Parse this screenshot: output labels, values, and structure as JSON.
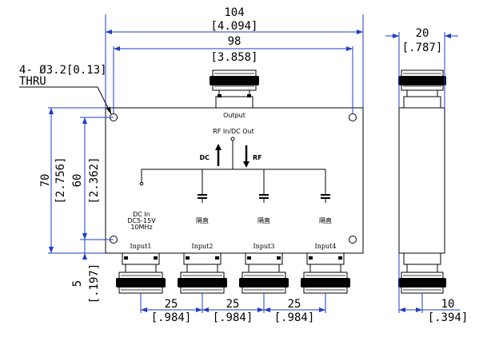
{
  "dimensions": {
    "overall_width_mm": "104",
    "overall_width_in": "[4.094]",
    "hole_spacing_mm": "98",
    "hole_spacing_in": "[3.858]",
    "side_width_mm": "20",
    "side_width_in": "[.787]",
    "hole_note_line1": "4- Ø3.2[0.13]",
    "hole_note_line2": "THRU",
    "overall_height_mm": "70",
    "overall_height_in": "[2.756]",
    "hole_height_mm": "60",
    "hole_height_in": "[2.362]",
    "hole_offset_mm": "5",
    "hole_offset_in": "[.197]",
    "port_pitch_mm": "25",
    "port_pitch_in": "[.984]",
    "side_offset_mm": "10",
    "side_offset_in": "[.394]"
  },
  "labels": {
    "output": "Output",
    "rf_in_dc_out": "RF In/DC Out",
    "dc": "DC",
    "rf": "RF",
    "dc_in_line1": "DC In",
    "dc_in_line2": "DC5-15V",
    "dc_in_line3": "10MHz",
    "cap_label": "隔直",
    "input1": "Input1",
    "input2": "Input2",
    "input3": "Input3",
    "input4": "Input4"
  }
}
